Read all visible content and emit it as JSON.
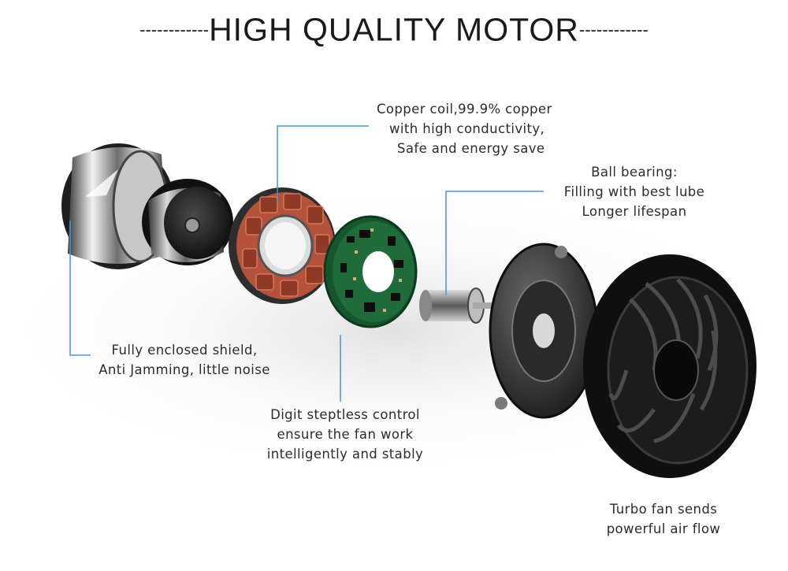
{
  "title": {
    "left_dashes": "------------",
    "text": "HIGH QUALITY MOTOR",
    "right_dashes": "------------"
  },
  "callouts": {
    "copper_coil": [
      "Copper coil,99.9% copper",
      "with high conductivity,",
      "Safe and energy save"
    ],
    "ball_bearing": [
      "Ball bearing:",
      "Filling with best lube",
      "Longer lifespan"
    ],
    "shield": [
      "Fully enclosed shield,",
      "Anti Jamming, little noise"
    ],
    "control": [
      "Digit steptless control",
      "ensure the fan work",
      "intelligently and stably"
    ],
    "turbo_fan": [
      "Turbo fan sends",
      "powerful air flow"
    ]
  },
  "colors": {
    "leader_line": "#4a90e2",
    "coil": "#b5523b",
    "pcb": "#1f6b3a",
    "fan": "#141414"
  },
  "components": [
    "shield-cap",
    "rotor-cup",
    "copper-coil-stator",
    "control-pcb",
    "ball-bearing-shaft",
    "mounting-plate",
    "turbo-fan"
  ]
}
